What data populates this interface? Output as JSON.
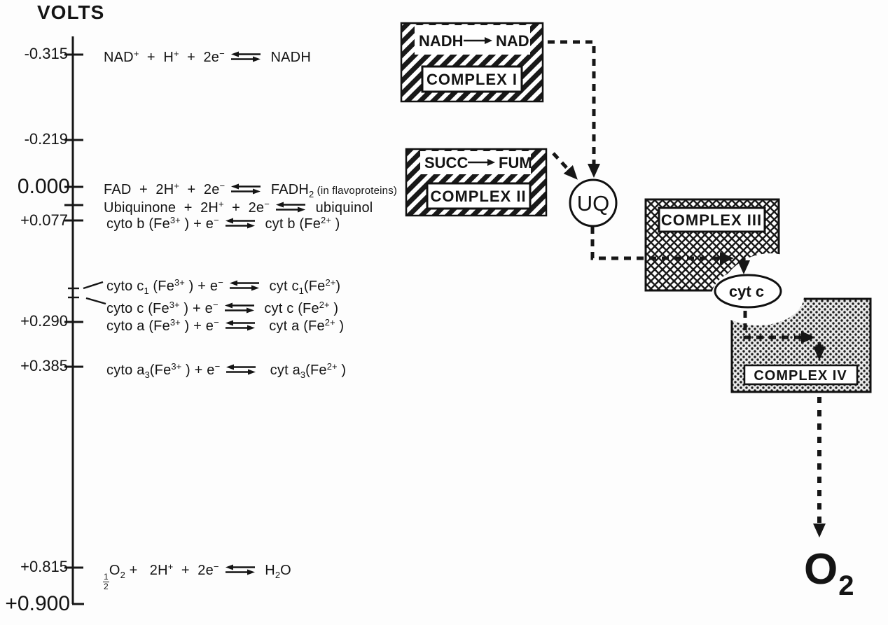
{
  "title": "VOLTS",
  "axis": {
    "ticks": [
      {
        "label": "-0.315"
      },
      {
        "label": "-0.219"
      },
      {
        "label": "0.000"
      },
      {
        "label": "+0.077"
      },
      {
        "label": "+0.290"
      },
      {
        "label": "+0.385"
      },
      {
        "label": "+0.815"
      },
      {
        "label": "+0.900"
      }
    ]
  },
  "reactions": [
    {
      "segments": [
        {
          "t": "NAD"
        },
        {
          "sup": "+"
        },
        {
          "t": "  +  H"
        },
        {
          "sup": "+"
        },
        {
          "t": "  +  2e"
        },
        {
          "sup": "−"
        },
        {
          "eq": 1
        },
        {
          "t": " NADH"
        }
      ]
    },
    {
      "segments": [
        {
          "t": "FAD  +  2H"
        },
        {
          "sup": "+"
        },
        {
          "t": "  +  2e"
        },
        {
          "sup": "−"
        },
        {
          "eq": 1
        },
        {
          "t": " FADH"
        },
        {
          "sub": "2"
        },
        {
          "small": " (in flavoproteins)"
        }
      ]
    },
    {
      "segments": [
        {
          "t": "Ubiquinone  +  2H"
        },
        {
          "sup": "+"
        },
        {
          "t": "  +  2e"
        },
        {
          "sup": "−"
        },
        {
          "eq": 1
        },
        {
          "t": " ubiquinol"
        }
      ]
    },
    {
      "segments": [
        {
          "t": "cyto b (Fe"
        },
        {
          "sup": "3+"
        },
        {
          "t": " ) + e"
        },
        {
          "sup": "−"
        },
        {
          "eq": 1
        },
        {
          "t": " cyt b (Fe"
        },
        {
          "sup": "2+"
        },
        {
          "t": " )"
        }
      ]
    },
    {
      "segments": [
        {
          "t": "cyto c"
        },
        {
          "sub": "1"
        },
        {
          "t": " (Fe"
        },
        {
          "sup": "3+"
        },
        {
          "t": " ) + e"
        },
        {
          "sup": "−"
        },
        {
          "eq": 1
        },
        {
          "t": " cyt c"
        },
        {
          "sub": "1"
        },
        {
          "t": "(Fe"
        },
        {
          "sup": "2+"
        },
        {
          "t": ")"
        }
      ]
    },
    {
      "segments": [
        {
          "t": "cyto c (Fe"
        },
        {
          "sup": "3+"
        },
        {
          "t": " ) + e"
        },
        {
          "sup": "−"
        },
        {
          "eq": 1
        },
        {
          "t": " cyt c (Fe"
        },
        {
          "sup": "2+"
        },
        {
          "t": " )"
        }
      ]
    },
    {
      "segments": [
        {
          "t": "cyto a (Fe"
        },
        {
          "sup": "3+"
        },
        {
          "t": " ) + e"
        },
        {
          "sup": "−"
        },
        {
          "eq": 1
        },
        {
          "t": "  cyt a (Fe"
        },
        {
          "sup": "2+"
        },
        {
          "t": " )"
        }
      ]
    },
    {
      "segments": [
        {
          "t": "cyto a"
        },
        {
          "sub": "3"
        },
        {
          "t": "(Fe"
        },
        {
          "sup": "3+"
        },
        {
          "t": " ) + e"
        },
        {
          "sup": "−"
        },
        {
          "eq": 1
        },
        {
          "t": "  cyt a"
        },
        {
          "sub": "3"
        },
        {
          "t": "(Fe"
        },
        {
          "sup": "2+"
        },
        {
          "t": " )"
        }
      ]
    },
    {
      "segments": [
        {
          "frac": [
            "1",
            "2"
          ]
        },
        {
          "t": "O"
        },
        {
          "sub": "2"
        },
        {
          "t": " +   2H"
        },
        {
          "sup": "+"
        },
        {
          "t": "  +  2e"
        },
        {
          "sup": "−"
        },
        {
          "eq": 1
        },
        {
          "t": " H"
        },
        {
          "sub": "2"
        },
        {
          "t": "O"
        }
      ]
    }
  ],
  "complex1": {
    "label": "COMPLEX I",
    "from": "NADH",
    "to": "NAD"
  },
  "complex2": {
    "label": "COMPLEX II",
    "from": "SUCC",
    "to": "FUM"
  },
  "complex3": {
    "label": "COMPLEX III"
  },
  "complex4": {
    "label": "COMPLEX IV"
  },
  "uq": "UQ",
  "cytc": "cyt c",
  "o2": {
    "base": "O",
    "sub": "2"
  }
}
